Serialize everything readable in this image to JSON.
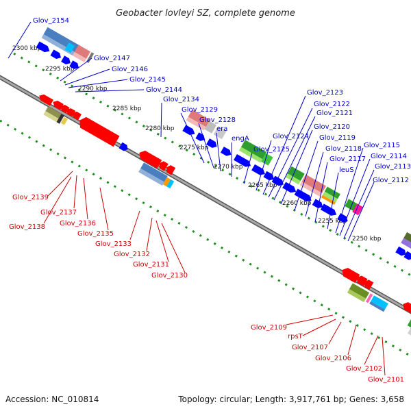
{
  "title": "Geobacter lovleyi SZ, complete genome",
  "accession": "Accession: NC_010814",
  "summary": "Topology: circular; Length: 3,917,761 bp; Genes: 3,658",
  "ticks": [
    "2300 kbp",
    "2295 kbp",
    "2290 kbp",
    "2285 kbp",
    "2280 kbp",
    "2275 kbp",
    "2270 kbp",
    "2265 kbp",
    "2260 kbp",
    "2255 kbp",
    "2250 kbp"
  ],
  "forward_labels": [
    "Glov_2154",
    "Glov_2147",
    "Glov_2146",
    "Glov_2145",
    "Glov_2144",
    "Glov_2134",
    "Glov_2129",
    "Glov_2128",
    "era",
    "engA",
    "Glov_2125",
    "Glov_2124",
    "Glov_2123",
    "Glov_2122",
    "Glov_2121",
    "Glov_2120",
    "Glov_2119",
    "Glov_2118",
    "Glov_2117",
    "leuS",
    "Glov_2115",
    "Glov_2114",
    "Glov_2113",
    "Glov_2112"
  ],
  "reverse_labels": [
    "Glov_2139",
    "Glov_2137",
    "Glov_2138",
    "Glov_2136",
    "Glov_2135",
    "Glov_2133",
    "Glov_2132",
    "Glov_2131",
    "Glov_2130",
    "Glov_2109",
    "rpsT",
    "Glov_2107",
    "Glov_2106",
    "Glov_2102",
    "Glov_2101"
  ],
  "colors": {
    "forward_gene": "#0000ff",
    "reverse_gene": "#ff0000",
    "backbone": "#8a8a8a",
    "dots": "#1f8f1f",
    "forward_label": "#0000cc",
    "reverse_label": "#cc0000"
  }
}
